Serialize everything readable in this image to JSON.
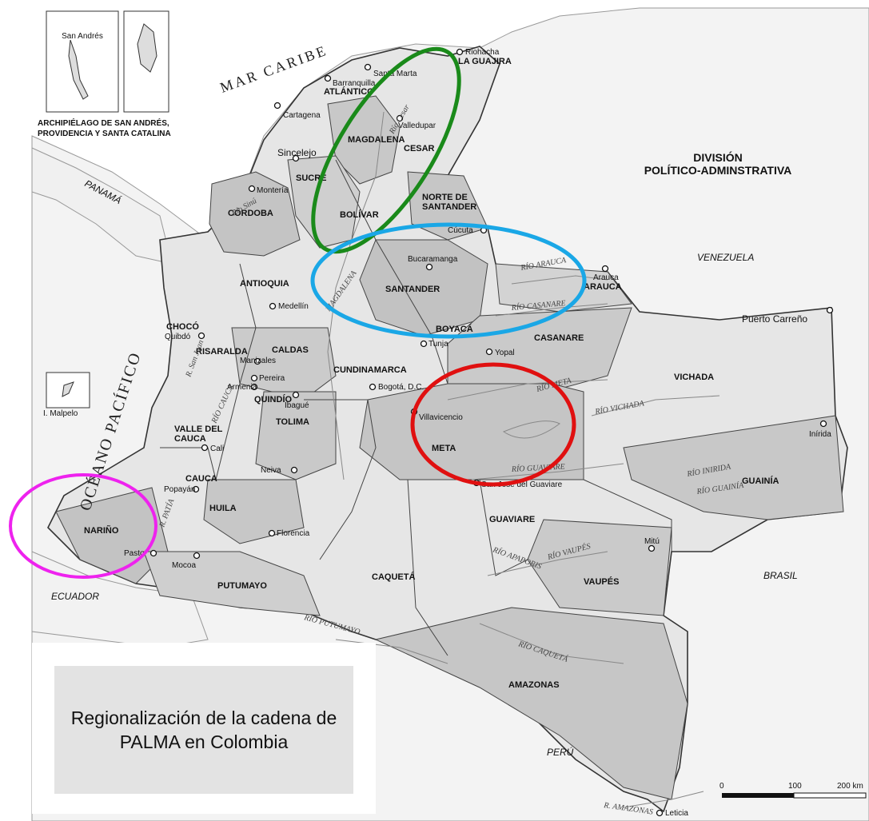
{
  "map": {
    "title_line1": "DIVISIÓN",
    "title_line2": "POLÍTICO-ADMINSTRATIVA",
    "sea": "MAR CARIBE",
    "ocean": "OCÉANO PACÍFICO",
    "archipelago_line1": "ARCHIPIÉLAGO DE SAN ANDRÉS,",
    "archipelago_line2": "PROVIDENCIA Y SANTA CATALINA",
    "san_andres": "San Andrés",
    "malpelo": "I. Malpelo",
    "countries": {
      "panama": "PANAMÁ",
      "venezuela": "VENEZUELA",
      "ecuador": "ECUADOR",
      "brasil": "BRASIL",
      "peru": "PERÚ"
    },
    "departments": {
      "la_guajira": "LA GUAJIRA",
      "atlantico": "ATLÁNTICO",
      "magdalena": "MAGDALENA",
      "cesar": "CESAR",
      "sucre": "SUCRE",
      "cordoba": "CÓRDOBA",
      "bolivar": "BOLÍVAR",
      "norte_santander_1": "NORTE DE",
      "norte_santander_2": "SANTANDER",
      "antioquia": "ANTIOQUIA",
      "santander": "SANTANDER",
      "arauca": "ARAUCA",
      "boyaca": "BOYACÁ",
      "casanare": "CASANARE",
      "choco": "CHOCÓ",
      "risaralda": "RISARALDA",
      "caldas": "CALDAS",
      "cundinamarca": "CUNDINAMARCA",
      "quindio": "QUINDÍO",
      "tolima": "TOLIMA",
      "vichada": "VICHADA",
      "valle_1": "VALLE DEL",
      "valle_2": "CAUCA",
      "meta": "META",
      "guainia": "GUAINÍA",
      "cauca": "CAUCA",
      "huila": "HUILA",
      "guaviare": "GUAVIARE",
      "narino": "NARIÑO",
      "putumayo": "PUTUMAYO",
      "caqueta": "CAQUETÁ",
      "vaupes": "VAUPÉS",
      "amazonas": "AMAZONAS"
    },
    "cities": {
      "riohacha": "Riohacha",
      "santa_marta": "Santa Marta",
      "barranquilla": "Barranquilla",
      "valledupar": "Valledupar",
      "cartagena": "Cartagena",
      "sincelejo": "Sincelejo",
      "monteria": "Montería",
      "cucuta": "Cúcuta",
      "bucaramanga": "Bucaramanga",
      "arauca": "Arauca",
      "medellin": "Medellín",
      "puerto_carreno": "Puerto Carreño",
      "quibdo": "Quibdó",
      "tunja": "Tunja",
      "manizales": "Manizales",
      "yopal": "Yopal",
      "pereira": "Pereira",
      "armenia": "Armenia",
      "bogota": "Bogotá, D.C.",
      "ibague": "Ibagué",
      "villavicencio": "Villavicencio",
      "inirida": "Inírida",
      "cali": "Cali",
      "neiva": "Neiva",
      "san_jose": "San José del Guaviare",
      "popayan": "Popayán",
      "florencia": "Florencia",
      "mitu": "Mitú",
      "pasto": "Pasto",
      "mocoa": "Mocoa",
      "leticia": "Leticia"
    },
    "rivers": {
      "cesar": "Río Cesar",
      "arauca": "RÍO ARAUCA",
      "casanare": "RÍO CASANARE",
      "meta": "RÍO META",
      "vichada": "RÍO VICHADA",
      "guaviare": "RÍO GUAVIARE",
      "inirida": "RÍO INIRIDA",
      "guainia": "RÍO GUAINÍA",
      "vaupes": "RÍO VAUPÉS",
      "apaporis": "RÍO APAPORIS",
      "caqueta": "RÍO CAQUETÁ",
      "putumayo": "RÍO PUTUMAYO",
      "amazonas": "R. AMAZONAS",
      "magdalena": "MAGDALENA",
      "cauca": "RÍO CAUCA",
      "san_juan": "R. San Juan",
      "patia": "R. PATÍA",
      "sinu": "Río Sinú"
    },
    "scale": {
      "zero": "0",
      "mid": "100",
      "max": "200 km"
    },
    "highlight_colors": {
      "green": "#1a8a1a",
      "blue": "#1aa7e6",
      "red": "#e01010",
      "magenta": "#ee22ee"
    }
  },
  "caption": {
    "text": "Regionalización de la cadena de PALMA en Colombia"
  }
}
